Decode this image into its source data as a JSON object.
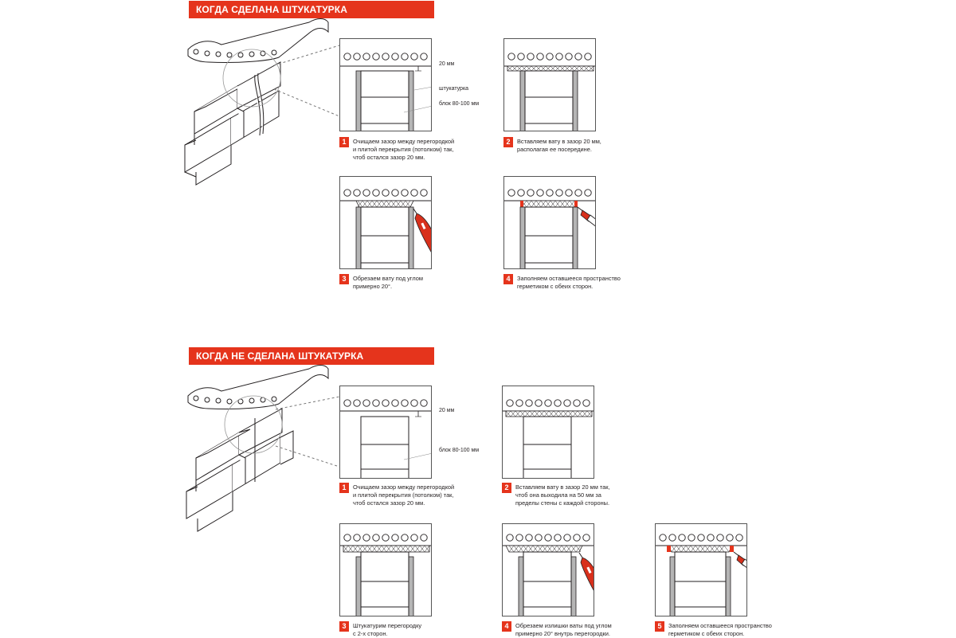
{
  "sections": [
    {
      "title": "КОГДА СДЕЛАНА ШТУКАТУРКА"
    },
    {
      "title": "КОГДА НЕ СДЕЛАНА ШТУКАТУРКА"
    }
  ],
  "callouts": {
    "gap": "20 мм",
    "plaster": "штукатурка",
    "block": "блок 80-100 мм"
  },
  "steps_a": [
    {
      "num": "1",
      "text": "Очищаем зазор между перегородкой\nи плитой перекрытия (потолком) так,\nчтоб остался зазор 20 мм."
    },
    {
      "num": "2",
      "text": "Вставляем вату в зазор 20 мм,\nрасполагая ее посередине."
    },
    {
      "num": "3",
      "text": "Обрезаем вату под углом\nпримерно 20°."
    },
    {
      "num": "4",
      "text": "Заполняем оставшееся пространство\nгерметиком с обеих сторон."
    }
  ],
  "steps_b": [
    {
      "num": "1",
      "text": "Очищаем зазор между перегородкой\nи плитой перекрытия (потолком) так,\nчтоб остался зазор 20 мм."
    },
    {
      "num": "2",
      "text": "Вставляем вату в зазор 20 мм так,\nчтоб она выходила на 50 мм за\nпределы стены с каждой стороны."
    },
    {
      "num": "3",
      "text": "Штукатурим перегородку\nс 2-х сторон."
    },
    {
      "num": "4",
      "text": "Обрезаем излишки ваты под углом\nпримерно 20° внутрь перегородки."
    },
    {
      "num": "5",
      "text": "Заполняем оставшееся пространство\nгерметиком с обеих сторон."
    }
  ],
  "colors": {
    "accent": "#e5341c",
    "line": "#231f20",
    "plaster": "#b5b5b5",
    "tool": "#d8301c"
  }
}
